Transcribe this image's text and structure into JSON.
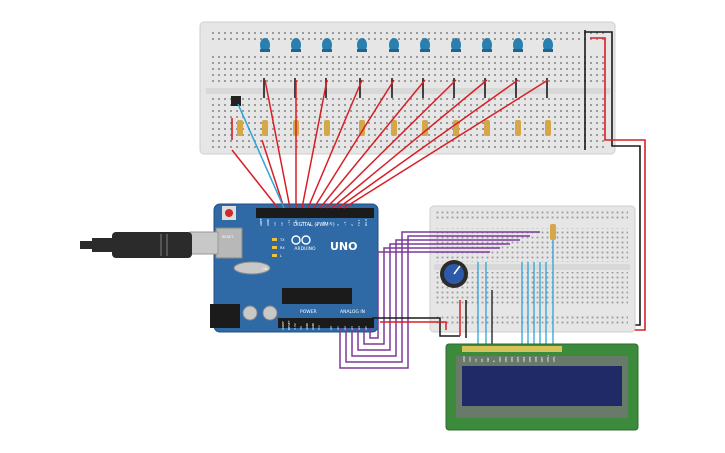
{
  "board": {
    "brand": "ARDUINO",
    "model": "UNO",
    "digital_header_label": "DIGITAL (PWM~)",
    "power_label": "POWER",
    "analog_label": "ANALOG IN",
    "reset_label": "RESET",
    "led_labels": [
      "TX",
      "RX",
      "L"
    ],
    "on_label": "ON",
    "digital_pins": [
      "AREF",
      "GND",
      "13",
      "12",
      "~11",
      "~10",
      "~9",
      "8",
      "7",
      "~6",
      "~5",
      "4",
      "~3",
      "2",
      "TX 1",
      "RX 0"
    ],
    "power_pins": [
      "IOREF",
      "RESET",
      "3.3V",
      "5V",
      "GND",
      "GND",
      "Vin"
    ],
    "analog_pins": [
      "A0",
      "A1",
      "A2",
      "A3",
      "A4",
      "A5"
    ]
  },
  "lcd": {
    "pin_labels": [
      "GND",
      "VCC",
      "V0",
      "RS",
      "RW",
      "E",
      "DB0",
      "DB1",
      "DB2",
      "DB3",
      "DB4",
      "DB5",
      "DB6",
      "DB7",
      "LED+",
      "LED-"
    ]
  },
  "colors": {
    "board": "#2f6aa7",
    "breadboard": "#e4e4e4",
    "led": "#2a7fb0",
    "wire_red": "#d81f26",
    "wire_black": "#1a1a1a",
    "wire_blue": "#2ea3d6",
    "wire_purple": "#7b3a9a",
    "lcd_board": "#3c8a3c",
    "lcd_screen": "#1f2a66"
  },
  "icons": {
    "usb": "usb-cable-icon",
    "pot": "potentiometer-icon",
    "lcd": "lcd-display-icon"
  }
}
